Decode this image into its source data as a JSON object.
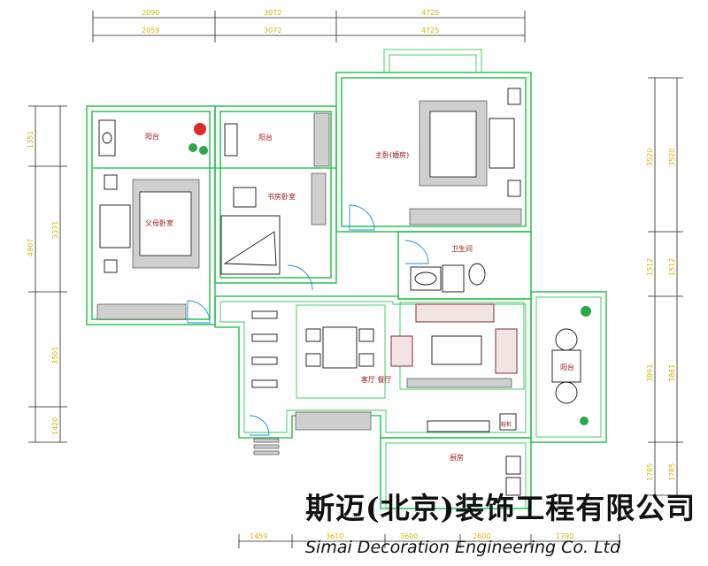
{
  "dimensions": {
    "top_row_1": [
      "2090",
      "3072",
      "4725"
    ],
    "top_row_2": [
      "2059",
      "3072",
      "4725"
    ],
    "left": [
      "1351",
      "4907",
      "3331",
      "3501",
      "1420"
    ],
    "right": [
      "3520",
      "3520",
      "1512",
      "1512",
      "3861",
      "3861",
      "1785",
      "1785"
    ],
    "bottom": [
      "1459",
      "3610",
      "3600",
      "2600",
      "1790"
    ]
  },
  "rooms": {
    "balcony_left": "阳台",
    "balcony_middle": "阳台",
    "parents_bedroom": "父母卧室",
    "study_guest": "书房卧室",
    "master_bedroom": "主卧(婚房)",
    "bathroom": "卫生间",
    "living_dining": "客厅 餐厅",
    "balcony_right": "阳台",
    "kitchen": "厨房",
    "shoe_cabinet": "鞋柜"
  },
  "company": {
    "name_cn": "斯迈(北京)装饰工程有限公司",
    "name_en": "Simai Decoration Engineering Co. Ltd"
  }
}
